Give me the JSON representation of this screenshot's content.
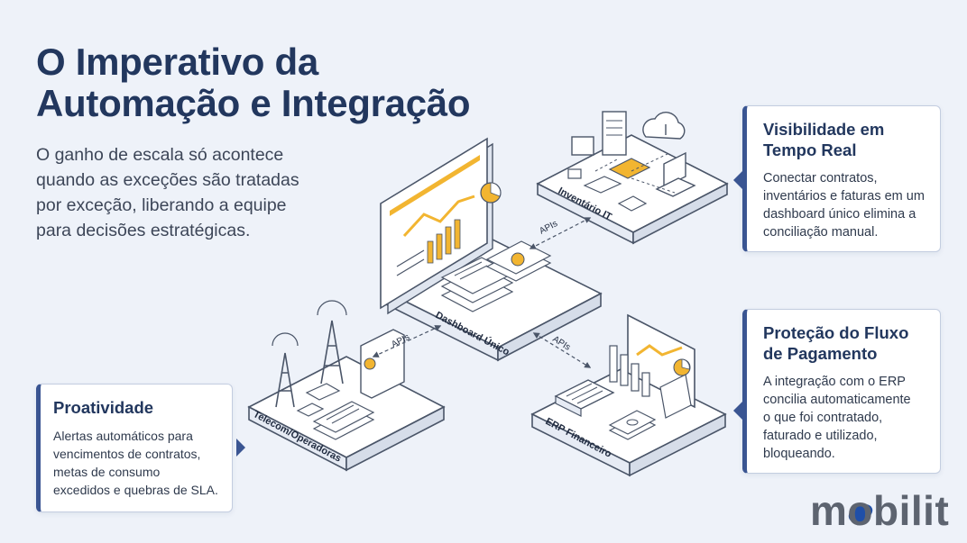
{
  "title": {
    "line1": "O Imperativo da",
    "line2": "Automação e Integração"
  },
  "intro": {
    "line1": "O ganho de escala só acontece",
    "line2": "quando as exceções são tratadas",
    "line3": "por exceção, liberando a equipe",
    "line4": "para decisões estratégicas."
  },
  "cards": {
    "visibilidade": {
      "title1": "Visibilidade em",
      "title2": "Tempo Real",
      "body1": "Conectar contratos,",
      "body2": "inventários e faturas em um",
      "body3": "dashboard único elimina a",
      "body4": "conciliação manual."
    },
    "pagamento": {
      "title1": "Proteção do Fluxo",
      "title2": "de Pagamento",
      "body1": "A integração com o ERP",
      "body2": "concilia automaticamente",
      "body3": "o que foi contratado,",
      "body4": "faturado e utilizado,",
      "body5": "bloqueando."
    },
    "proatividade": {
      "title": "Proatividade",
      "body1": "Alertas automáticos para",
      "body2": "vencimentos de contratos,",
      "body3": "metas de consumo",
      "body4": "excedidos e quebras de SLA."
    }
  },
  "diagram": {
    "dashboard_label": "Dashboard Único",
    "inventario_label": "Inventário IT",
    "telecom_label": "Telecom/Operadoras",
    "erp_label": "ERP Financeiro",
    "api_label_inventario": "APIs",
    "api_label_telecom": "APIs",
    "api_label_erp": "APIs"
  },
  "logo": {
    "text": "mobilit"
  },
  "colors": {
    "title": "#22375e",
    "card_accent": "#3a5592",
    "line_art": "#4a5568",
    "highlight": "#f2b531",
    "logo_dot": "#1f4fa8",
    "logo_text": "#5d6470"
  }
}
